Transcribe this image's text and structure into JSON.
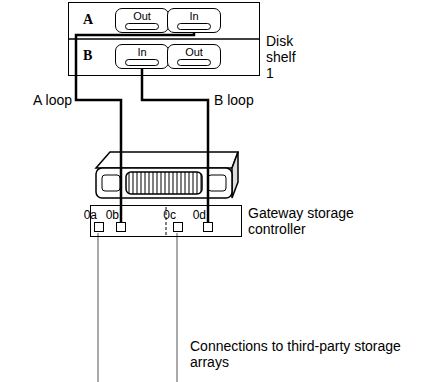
{
  "diagram": {
    "nodes": [
      {
        "text": [
          "Disk shelf 1"
        ]
      },
      {
        "text": [
          "Out"
        ],
        "in": 0
      },
      {
        "text": [
          "In"
        ],
        "in": 0
      },
      {
        "text": [
          "In"
        ],
        "in": 0
      },
      {
        "text": [
          "Out"
        ],
        "in": 0
      },
      {
        "text": [
          "Gateway storage controller"
        ]
      },
      {
        "text": [
          "0a"
        ],
        "in": 5
      },
      {
        "text": [
          "0b"
        ],
        "in": 5
      },
      {
        "text": [
          "0c"
        ],
        "in": 5
      },
      {
        "text": [
          "0d"
        ],
        "in": 5
      }
    ],
    "edges": [
      {
        "from": 2,
        "to": 7,
        "label": "A loop",
        "arrow": "none"
      },
      {
        "from": 3,
        "to": 9,
        "label": "B loop",
        "arrow": "none"
      }
    ],
    "labels": [
      "A",
      "B",
      "Connections to third-party storage arrays"
    ]
  }
}
